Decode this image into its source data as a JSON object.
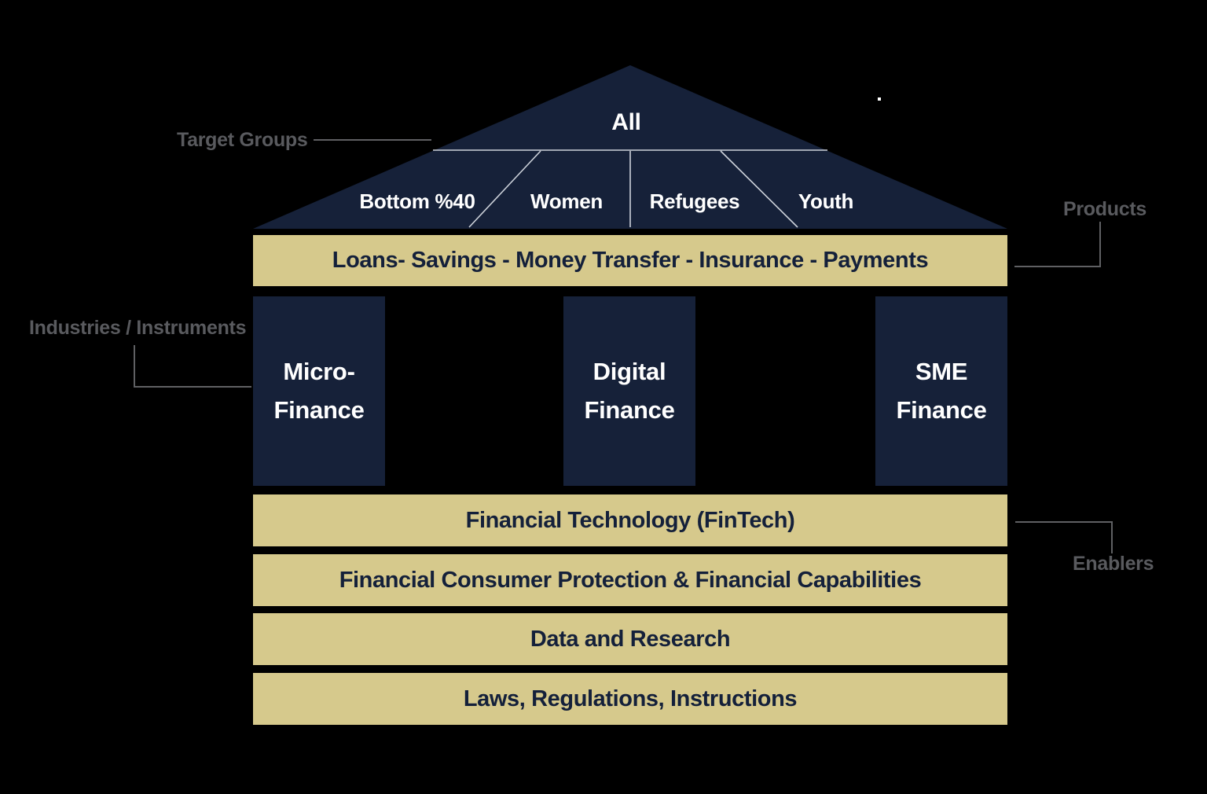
{
  "colors": {
    "background": "#000000",
    "navy": "#162139",
    "gold": "#d6c98c",
    "white_text": "#ffffff",
    "navy_text": "#14203a",
    "annotation_gray": "#595a5e",
    "connector_gray": "#5f6063",
    "roof_divider": "#cdd2da"
  },
  "roof": {
    "apex_label": "All",
    "segments": [
      {
        "label": "Bottom %40"
      },
      {
        "label": "Women"
      },
      {
        "label": "Refugees"
      },
      {
        "label": "Youth"
      }
    ]
  },
  "products_bar": {
    "label": "Loans- Savings - Money Transfer - Insurance - Payments"
  },
  "pillars": [
    {
      "line1": "Micro-",
      "line2": "Finance"
    },
    {
      "line1": "Digital",
      "line2": "Finance"
    },
    {
      "line1": "SME",
      "line2": "Finance"
    }
  ],
  "enabler_bars": [
    {
      "label": "Financial Technology (FinTech)"
    },
    {
      "label": "Financial Consumer Protection & Financial Capabilities"
    },
    {
      "label": "Data and Research"
    },
    {
      "label": "Laws, Regulations, Instructions"
    }
  ],
  "annotations": {
    "target_groups": "Target Groups",
    "products": "Products",
    "industries": "Industries / Instruments",
    "enablers": "Enablers"
  }
}
